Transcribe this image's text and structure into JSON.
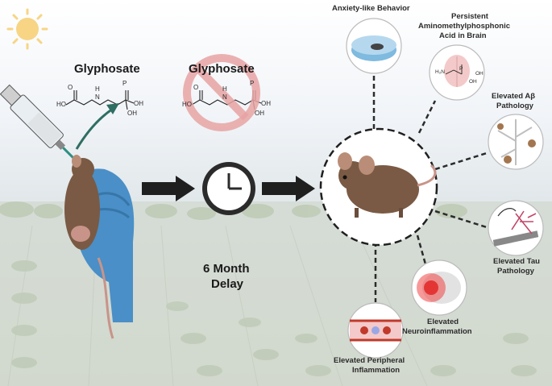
{
  "labels": {
    "glyphosate_left": "Glyphosate",
    "glyphosate_right": "Glyphosate",
    "delay_line1": "6 Month",
    "delay_line2": "Delay",
    "anxiety": "Anxiety-like Behavior",
    "ampa_line1": "Persistent",
    "ampa_line2": "Aminomethylphosphonic",
    "ampa_line3": "Acid in Brain",
    "abeta_line1": "Elevated Aβ",
    "abeta_line2": "Pathology",
    "tau_line1": "Elevated Tau",
    "tau_line2": "Pathology",
    "neuro_line1": "Elevated",
    "neuro_line2": "Neuroinflammation",
    "periph_line1": "Elevated Peripheral",
    "periph_line2": "Inflammation"
  },
  "chem": {
    "atom_o": "O",
    "atom_n": "N",
    "atom_h": "H",
    "atom_p": "P",
    "atom_oh": "OH",
    "atom_ho": "HO",
    "atom_h2n": "H₂N"
  },
  "colors": {
    "mouse": "#7a5a44",
    "glove": "#4a8fc7",
    "prohibit": "#e8a3a3",
    "sun": "#f7d585",
    "arrow": "#1f1f1f",
    "syringe_tip": "#2f8f82"
  },
  "icons": [
    "sun-icon",
    "syringe-icon",
    "clock-icon",
    "prohibit-icon",
    "mouse-icon",
    "brain-icon",
    "neuron-icon"
  ]
}
